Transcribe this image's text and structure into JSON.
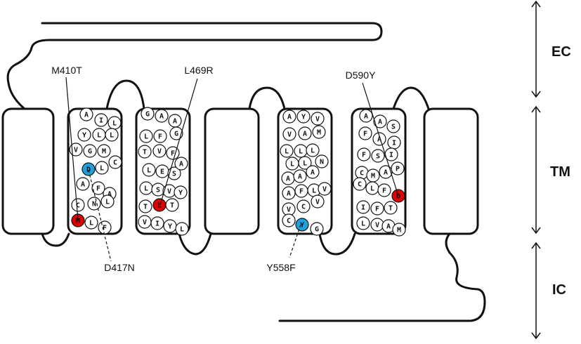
{
  "regions": {
    "ec": "EC",
    "tm": "TM",
    "ic": "IC"
  },
  "colors": {
    "mutant_red": "#e00000",
    "mutant_blue": "#1ea0dc",
    "outline": "#111111"
  },
  "helices": [
    {
      "id": 1,
      "residues": []
    },
    {
      "id": 2,
      "residues": [
        {
          "aa": "A"
        },
        {
          "aa": "I"
        },
        {
          "aa": "L"
        },
        {
          "aa": "Y"
        },
        {
          "aa": "L"
        },
        {
          "aa": "L"
        },
        {
          "aa": "V"
        },
        {
          "aa": "G"
        },
        {
          "aa": "M"
        },
        {
          "aa": "C"
        },
        {
          "aa": "D",
          "mut": "blue"
        },
        {
          "aa": "L"
        },
        {
          "aa": "A"
        },
        {
          "aa": "F"
        },
        {
          "aa": "A"
        },
        {
          "aa": "C"
        },
        {
          "aa": "N"
        },
        {
          "aa": "L"
        },
        {
          "aa": "M",
          "mut": "red"
        },
        {
          "aa": "L"
        },
        {
          "aa": "F"
        }
      ]
    },
    {
      "id": 3,
      "residues": [
        {
          "aa": "G"
        },
        {
          "aa": "A"
        },
        {
          "aa": "A"
        },
        {
          "aa": "L"
        },
        {
          "aa": "F"
        },
        {
          "aa": "G"
        },
        {
          "aa": "T"
        },
        {
          "aa": "V"
        },
        {
          "aa": "F"
        },
        {
          "aa": "L"
        },
        {
          "aa": "E"
        },
        {
          "aa": "S"
        },
        {
          "aa": "A"
        },
        {
          "aa": "L"
        },
        {
          "aa": "S"
        },
        {
          "aa": "V"
        },
        {
          "aa": "Y"
        },
        {
          "aa": "T"
        },
        {
          "aa": "L",
          "mut": "red"
        },
        {
          "aa": "T"
        },
        {
          "aa": "V"
        },
        {
          "aa": "I"
        },
        {
          "aa": "Y"
        },
        {
          "aa": "L"
        }
      ]
    },
    {
      "id": 4,
      "residues": []
    },
    {
      "id": 5,
      "residues": [
        {
          "aa": "A"
        },
        {
          "aa": "Y"
        },
        {
          "aa": "V"
        },
        {
          "aa": "V"
        },
        {
          "aa": "A"
        },
        {
          "aa": "M"
        },
        {
          "aa": "L"
        },
        {
          "aa": "L"
        },
        {
          "aa": "L"
        },
        {
          "aa": "L"
        },
        {
          "aa": "L"
        },
        {
          "aa": "N"
        },
        {
          "aa": "A"
        },
        {
          "aa": "A"
        },
        {
          "aa": "A"
        },
        {
          "aa": "A"
        },
        {
          "aa": "F"
        },
        {
          "aa": "L"
        },
        {
          "aa": "V"
        },
        {
          "aa": "V"
        },
        {
          "aa": "C"
        },
        {
          "aa": "V"
        },
        {
          "aa": "C"
        },
        {
          "aa": "Y",
          "mut": "blue"
        },
        {
          "aa": "G"
        }
      ]
    },
    {
      "id": 6,
      "residues": [
        {
          "aa": "A"
        },
        {
          "aa": "A"
        },
        {
          "aa": "S"
        },
        {
          "aa": "F"
        },
        {
          "aa": "A"
        },
        {
          "aa": "I"
        },
        {
          "aa": "F"
        },
        {
          "aa": "S"
        },
        {
          "aa": "I"
        },
        {
          "aa": "C"
        },
        {
          "aa": "M"
        },
        {
          "aa": "A"
        },
        {
          "aa": "P"
        },
        {
          "aa": "C"
        },
        {
          "aa": "L"
        },
        {
          "aa": "F"
        },
        {
          "aa": "D",
          "mut": "red"
        },
        {
          "aa": "I"
        },
        {
          "aa": "F"
        },
        {
          "aa": "T"
        },
        {
          "aa": "L"
        },
        {
          "aa": "V"
        },
        {
          "aa": "A"
        },
        {
          "aa": "M"
        }
      ]
    },
    {
      "id": 7,
      "residues": []
    }
  ],
  "mutations": [
    {
      "label": "M410T"
    },
    {
      "label": "D417N"
    },
    {
      "label": "L469R"
    },
    {
      "label": "Y558F"
    },
    {
      "label": "D590Y"
    }
  ]
}
